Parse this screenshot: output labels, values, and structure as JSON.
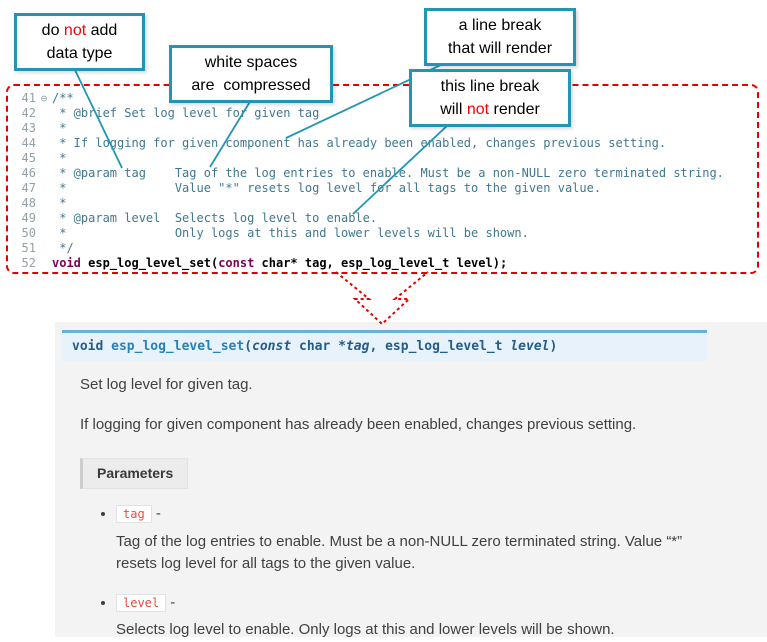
{
  "colors": {
    "callout_border": "#2095b5",
    "highlight_red": "#ff0000",
    "code_comment": "#41788f",
    "code_keyword": "#7f0055",
    "dotted_outline_red": "#e60000",
    "signature_background": "#e7f2fa",
    "signature_top_border": "#6ab0de",
    "literal_red": "#e74c3c",
    "doc_background": "#f3f3f3"
  },
  "callouts": {
    "no_datatype": {
      "line1_pre": "do ",
      "line1_em": "not",
      "line1_post": " add",
      "line2": "data type"
    },
    "whitespace": {
      "line1": "white spaces",
      "line2": "are  compressed"
    },
    "break_render": {
      "line1": "a line break",
      "line2": "that will render"
    },
    "break_norender": {
      "line1": "this line break",
      "line2_pre": "will ",
      "line2_em": "not",
      "line2_post": " render"
    }
  },
  "code": {
    "lines": [
      {
        "num": "41",
        "fold": "⊖",
        "text": "/**"
      },
      {
        "num": "42",
        "text": " * @brief Set log level for given tag"
      },
      {
        "num": "43",
        "text": " *"
      },
      {
        "num": "44",
        "text": " * If logging for given component has already been enabled, changes previous setting."
      },
      {
        "num": "45",
        "text": " *"
      },
      {
        "num": "46",
        "text": " * @param tag    Tag of the log entries to enable. Must be a non-NULL zero terminated string."
      },
      {
        "num": "47",
        "text": " *               Value \"*\" resets log level for all tags to the given value."
      },
      {
        "num": "48",
        "text": " *"
      },
      {
        "num": "49",
        "text": " * @param level  Selects log level to enable."
      },
      {
        "num": "50",
        "text": " *               Only logs at this and lower levels will be shown."
      },
      {
        "num": "51",
        "text": " */"
      }
    ],
    "line52": {
      "num": "52",
      "kw1": "void",
      "mid": " esp_log_level_set(",
      "kw2": "const",
      "rest": " char* tag, esp_log_level_t level);"
    }
  },
  "doc": {
    "signature": {
      "ret": "void ",
      "name": "esp_log_level_set",
      "open": "(",
      "kw": "const",
      "mid": " char *",
      "arg1": "tag",
      "sep": ", esp_log_level_t ",
      "arg2": "level",
      "close": ")"
    },
    "brief": "Set log level for given tag.",
    "para": "If logging for given component has already been enabled, changes previous setting.",
    "parameters_label": "Parameters",
    "params": [
      {
        "name": "tag",
        "dash": " -",
        "desc": "Tag of the log entries to enable. Must be a non-NULL zero terminated string. Value “*” resets log level for all tags to the given value."
      },
      {
        "name": "level",
        "dash": " -",
        "desc": "Selects log level to enable. Only logs at this and lower levels will be shown."
      }
    ]
  }
}
